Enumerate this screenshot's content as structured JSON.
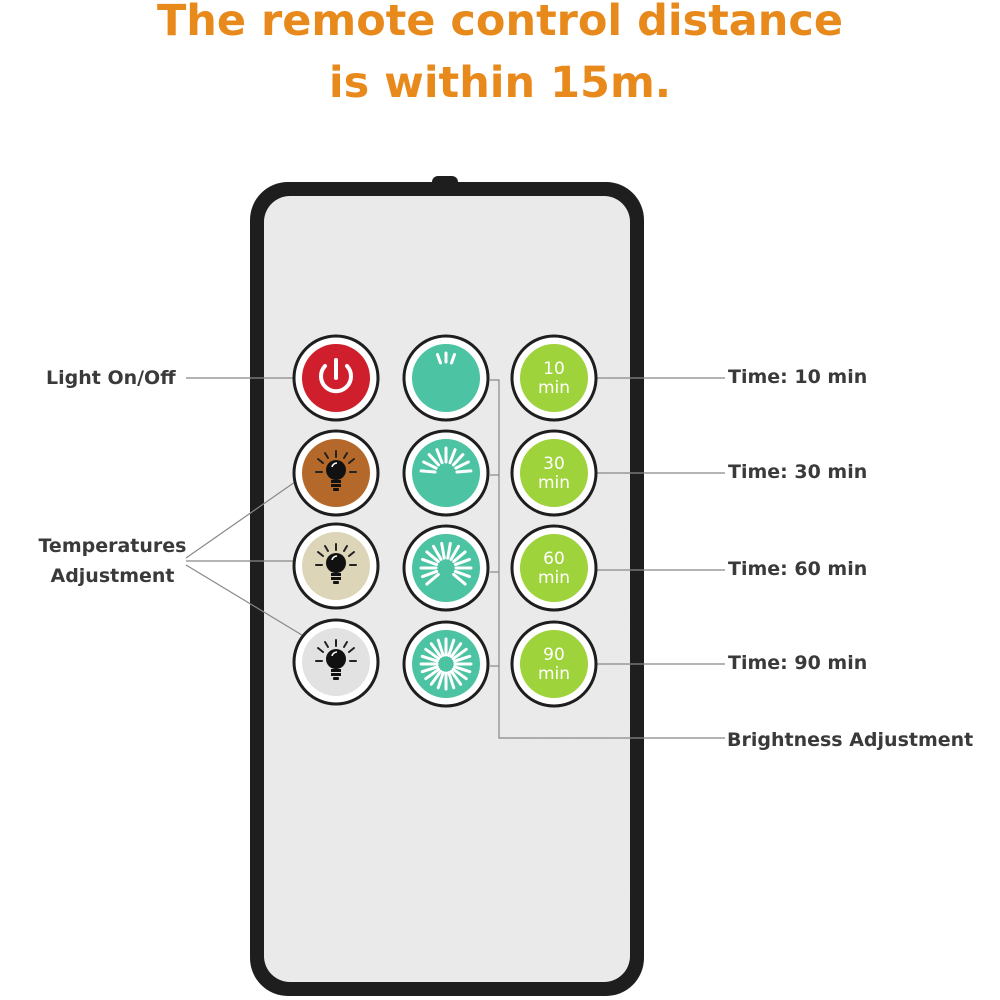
{
  "headline": {
    "line1": "The remote control distance",
    "line2": "is within 15m."
  },
  "colors": {
    "headline": "#e8891c",
    "power": "#cf1f2c",
    "warm": "#b4692a",
    "neutral": "#dcd5b8",
    "cool": "#e2e2e2",
    "brightness": "#4cc3a2",
    "timer": "#9fd33c",
    "remote_body": "#ececec",
    "remote_frame": "#1e1e1e"
  },
  "labels": {
    "power": "Light On/Off",
    "temperature_line1": "Temperatures",
    "temperature_line2": "Adjustment",
    "brightness": "Brightness Adjustment",
    "timers": [
      "Time: 10 min",
      "Time: 30 min",
      "Time: 60 min",
      "Time: 90 min"
    ]
  },
  "buttons": {
    "power": {
      "icon": "power-icon"
    },
    "temperatures": [
      {
        "name": "warm",
        "icon": "lightbulb-icon"
      },
      {
        "name": "neutral",
        "icon": "lightbulb-icon"
      },
      {
        "name": "cool",
        "icon": "lightbulb-icon"
      }
    ],
    "brightness_levels": [
      {
        "icon": "brightness-level-1-icon"
      },
      {
        "icon": "brightness-level-2-icon"
      },
      {
        "icon": "brightness-level-3-icon"
      },
      {
        "icon": "brightness-level-4-icon"
      }
    ],
    "timers": [
      {
        "number": "10",
        "unit": "min"
      },
      {
        "number": "30",
        "unit": "min"
      },
      {
        "number": "60",
        "unit": "min"
      },
      {
        "number": "90",
        "unit": "min"
      }
    ]
  }
}
